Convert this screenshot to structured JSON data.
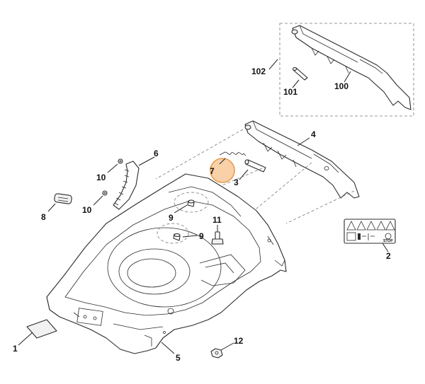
{
  "callouts": {
    "c1": "1",
    "c2": "2",
    "c3": "3",
    "c4": "4",
    "c5": "5",
    "c6": "6",
    "c7": "7",
    "c8": "8",
    "c9a": "9",
    "c9b": "9",
    "c10a": "10",
    "c10b": "10",
    "c11": "11",
    "c12": "12",
    "c100": "100",
    "c101": "101",
    "c102": "102"
  },
  "label_stop_text": "STOP",
  "highlight_color": "#f7c99a",
  "highlighted_part": "7"
}
